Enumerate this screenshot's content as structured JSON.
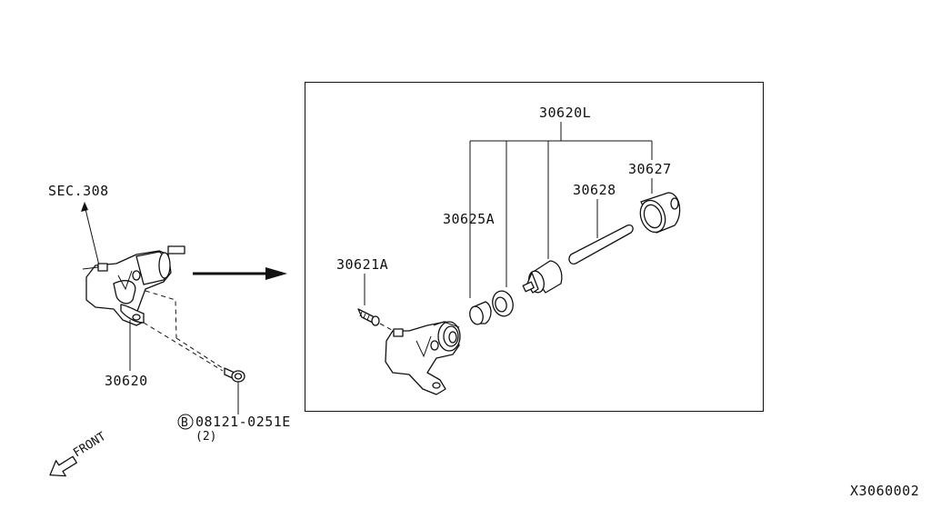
{
  "labels": {
    "sec": "SEC.308",
    "cyl_left": "30620",
    "bolt_symbol": "B",
    "bolt": "08121-0251E",
    "bolt_qty": "(2)",
    "front": "FRONT",
    "kit": "30620L",
    "boot": "30627",
    "rod": "30628",
    "piston_cup": "30625A",
    "bleeder": "30621A",
    "diagram_id": "X3060002"
  },
  "icons": [
    "arrow-up-icon",
    "arrow-right-icon",
    "front-arrow-icon"
  ]
}
